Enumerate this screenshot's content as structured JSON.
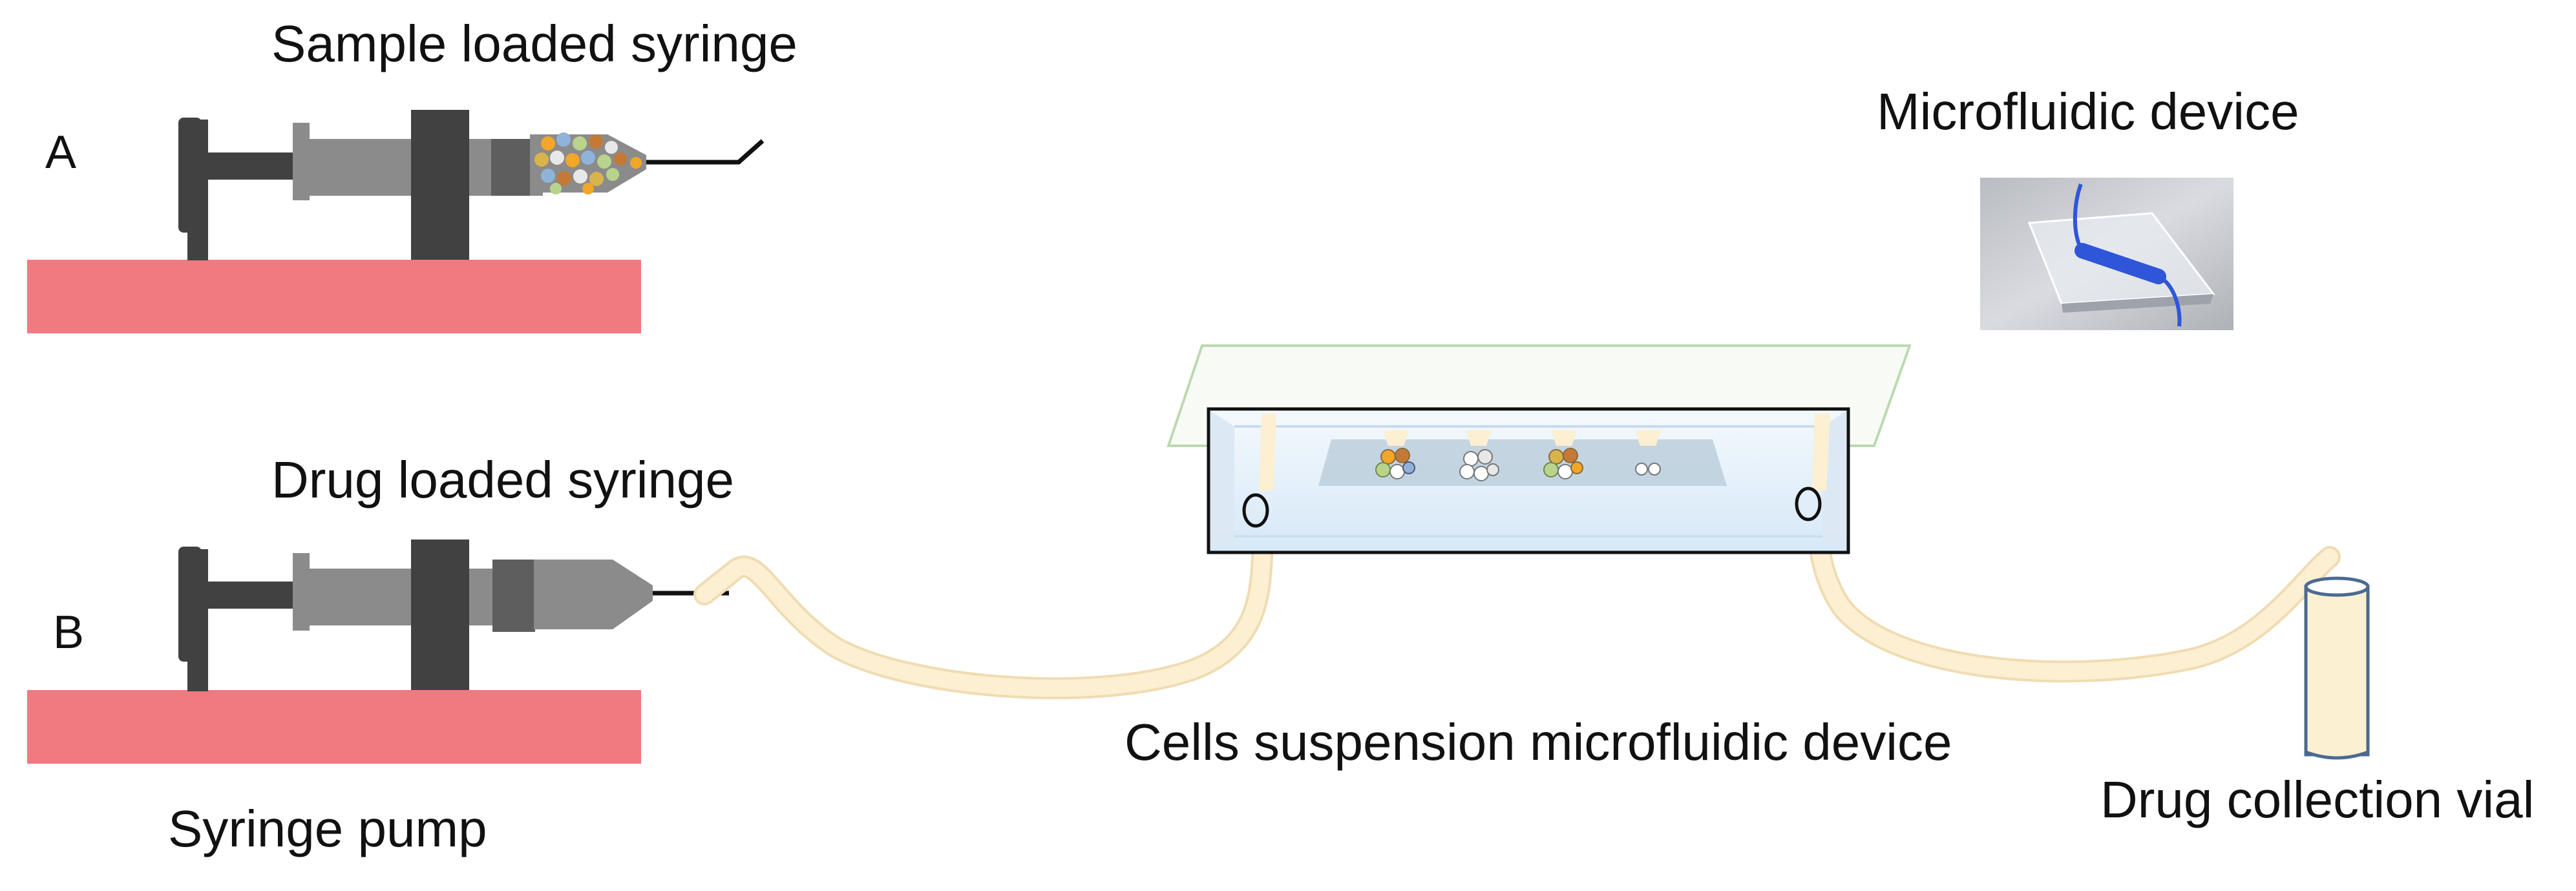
{
  "labels": {
    "panel_a": "A",
    "panel_b": "B",
    "sample_syringe": "Sample loaded syringe",
    "drug_syringe": "Drug loaded syringe",
    "syringe_pump": "Syringe pump",
    "microfluidic_device": "Microfluidic device",
    "cells_device": "Cells suspension microfluidic device",
    "collection_vial": "Drug collection vial"
  },
  "colors": {
    "pump_base": "#f07a7f",
    "syringe_dark": "#414141",
    "syringe_mid": "#5e5e5e",
    "syringe_barrel": "#8b8b8b",
    "tubing": "#fcefd2",
    "tubing_edge": "#efdcb2",
    "chip_fill": "#e6f1fa",
    "chip_frame": "#111111",
    "cover_slip": "#bcd9b0",
    "vial_fill": "#fcf0d2",
    "vial_edge": "#4b6a92",
    "channel_blue": "#2f55d8",
    "particles": [
      "#f2a62a",
      "#8fb3d9",
      "#b8d38b",
      "#c47a36",
      "#e8e8e8",
      "#d9b44a"
    ]
  },
  "icons": {
    "syringe_a": "syringe-icon",
    "syringe_b": "syringe-icon",
    "chip": "microfluidic-chip-icon",
    "photo": "microfluidic-device-photo-icon",
    "vial": "vial-icon"
  }
}
